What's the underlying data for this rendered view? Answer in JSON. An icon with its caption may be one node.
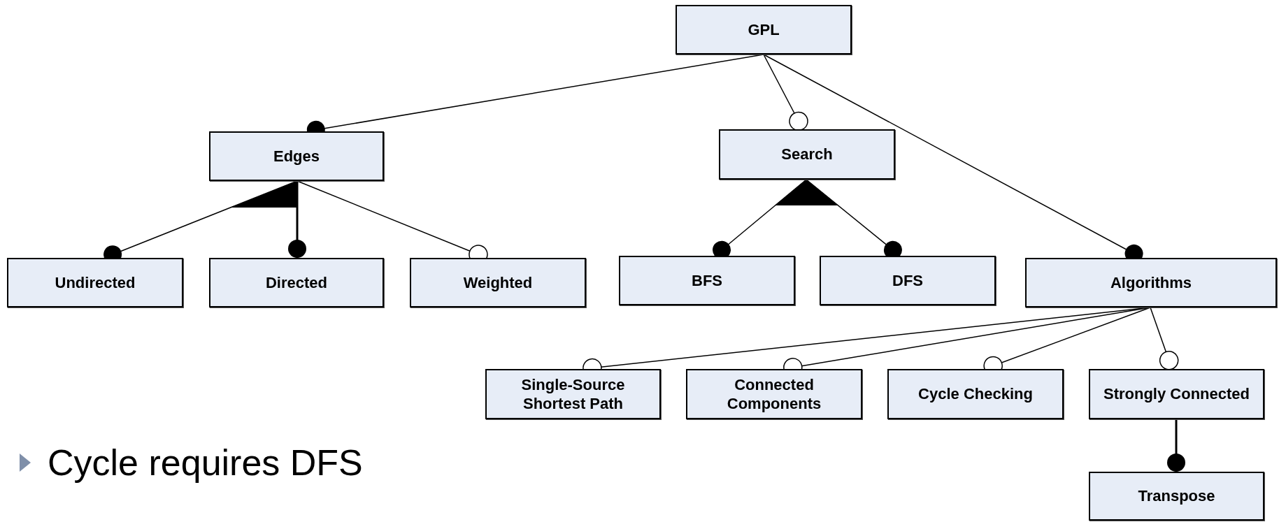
{
  "diagram": {
    "nodes": [
      {
        "text": [
          "GPL"
        ]
      },
      {
        "text": [
          "Edges"
        ]
      },
      {
        "text": [
          "Search"
        ]
      },
      {
        "text": [
          "Undirected"
        ]
      },
      {
        "text": [
          "Directed"
        ]
      },
      {
        "text": [
          "Weighted"
        ]
      },
      {
        "text": [
          "BFS"
        ]
      },
      {
        "text": [
          "DFS"
        ]
      },
      {
        "text": [
          "Algorithms"
        ]
      },
      {
        "text": [
          "Single-Source Shortest Path"
        ]
      },
      {
        "text": [
          "Connected Components"
        ]
      },
      {
        "text": [
          "Cycle Checking"
        ]
      },
      {
        "text": [
          "Strongly Connected"
        ]
      },
      {
        "text": [
          "Transpose"
        ]
      },
      {
        "text": [],
        "shape": "triangle"
      },
      {
        "text": [],
        "shape": "triangle"
      }
    ],
    "edges": [
      {
        "from": 0,
        "to": 1,
        "arrow": "other"
      },
      {
        "from": 0,
        "to": 2,
        "arrow": "other"
      },
      {
        "from": 0,
        "to": 8,
        "arrow": "other"
      },
      {
        "from": 1,
        "to": 3,
        "arrow": "other"
      },
      {
        "from": 1,
        "to": 4,
        "arrow": "other"
      },
      {
        "from": 1,
        "to": 5,
        "arrow": "other"
      },
      {
        "from": 2,
        "to": 6,
        "arrow": "other"
      },
      {
        "from": 2,
        "to": 7,
        "arrow": "other"
      },
      {
        "from": 8,
        "to": 9,
        "arrow": "other"
      },
      {
        "from": 8,
        "to": 10,
        "arrow": "other"
      },
      {
        "from": 8,
        "to": 11,
        "arrow": "other"
      },
      {
        "from": 8,
        "to": 12,
        "arrow": "other"
      },
      {
        "from": 12,
        "to": 13,
        "arrow": "other"
      }
    ],
    "labels": [
      "Cycle requires DFS"
    ]
  }
}
